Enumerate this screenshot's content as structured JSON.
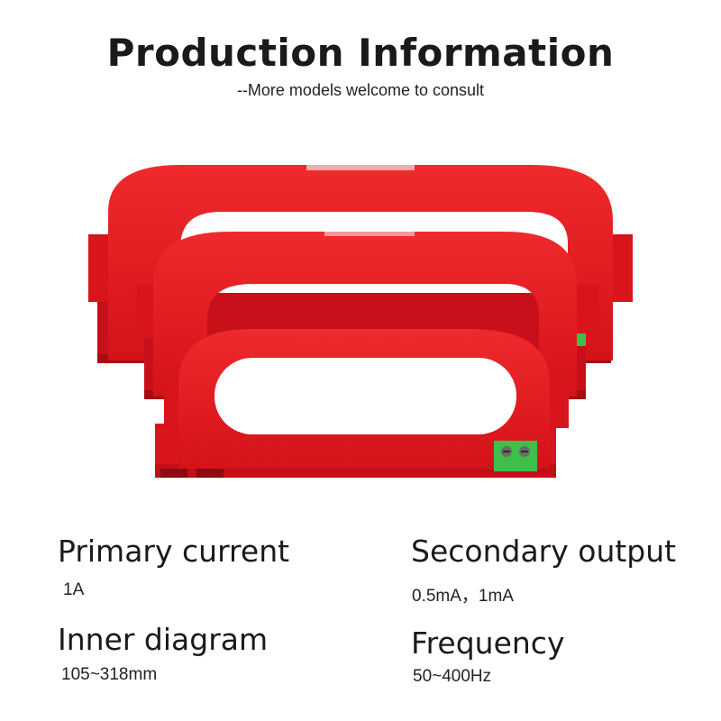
{
  "header": {
    "title": "Production Information",
    "subtitle": "--More models welcome to consult"
  },
  "colors": {
    "body_red": "#e3141a",
    "body_shadow": "#b90e12",
    "terminal_green": "#3fbf4a"
  },
  "specs": [
    {
      "label": "Primary current",
      "value": "1A"
    },
    {
      "label": "Secondary output",
      "value": "0.5mA，1mA"
    },
    {
      "label": "Inner diagram",
      "value": "105~318mm"
    },
    {
      "label": "Frequency",
      "value": "50~400Hz"
    }
  ]
}
